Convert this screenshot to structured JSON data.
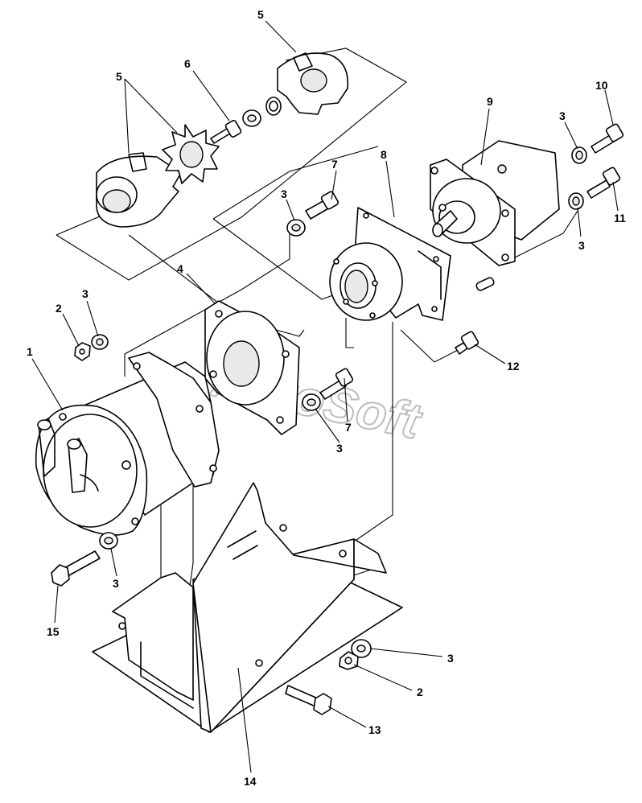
{
  "watermark": "AutoSoft",
  "callouts": [
    {
      "id": "c5a",
      "text": "5"
    },
    {
      "id": "c5b",
      "text": "5"
    },
    {
      "id": "c6",
      "text": "6"
    },
    {
      "id": "c9",
      "text": "9"
    },
    {
      "id": "c10",
      "text": "10"
    },
    {
      "id": "c3a",
      "text": "3"
    },
    {
      "id": "c8",
      "text": "8"
    },
    {
      "id": "c7a",
      "text": "7"
    },
    {
      "id": "c3b",
      "text": "3"
    },
    {
      "id": "c11",
      "text": "11"
    },
    {
      "id": "c3c",
      "text": "3"
    },
    {
      "id": "c4",
      "text": "4"
    },
    {
      "id": "c3d",
      "text": "3"
    },
    {
      "id": "c2a",
      "text": "2"
    },
    {
      "id": "c1",
      "text": "1"
    },
    {
      "id": "c12",
      "text": "12"
    },
    {
      "id": "c7b",
      "text": "7"
    },
    {
      "id": "c3e",
      "text": "3"
    },
    {
      "id": "c3f",
      "text": "3"
    },
    {
      "id": "c15",
      "text": "15"
    },
    {
      "id": "c3g",
      "text": "3"
    },
    {
      "id": "c2b",
      "text": "2"
    },
    {
      "id": "c13",
      "text": "13"
    },
    {
      "id": "c14",
      "text": "14"
    }
  ]
}
